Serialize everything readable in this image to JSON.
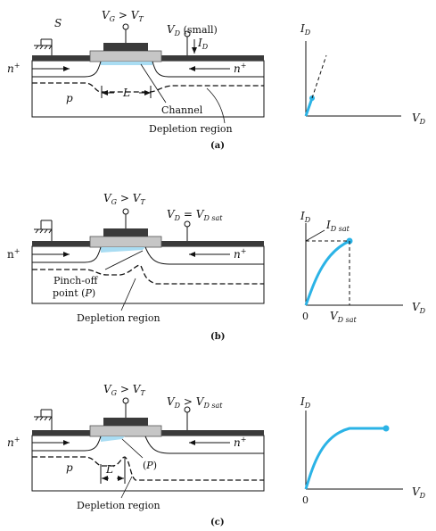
{
  "panels": {
    "a": {
      "source_label": "S",
      "gate_cond_v": "V",
      "gate_cond_sub": "G",
      "gate_cond_rel": " > ",
      "gate_cond_v2": "V",
      "gate_cond_sub2": "T",
      "drain_v": "V",
      "drain_sub": "D",
      "drain_note": " (small)",
      "current_i": "I",
      "current_sub": "D",
      "n_left": "n",
      "n_right": "n",
      "plus": "+",
      "substrate": "p",
      "length": "L",
      "channel_label": "Channel",
      "depletion_label": "Depletion region",
      "caption": "(a)",
      "graph_y": "I",
      "graph_y_sub": "D",
      "graph_x": "V",
      "graph_x_sub": "D"
    },
    "b": {
      "gate_cond_v": "V",
      "gate_cond_sub": "G",
      "gate_cond_rel": " > ",
      "gate_cond_v2": "V",
      "gate_cond_sub2": "T",
      "drain_v": "V",
      "drain_sub": "D",
      "drain_eq": " = ",
      "drain_v2": "V",
      "drain_sub2": "D sat",
      "n_left": "n",
      "n_right": "n",
      "plus": "+",
      "pinch_line1": "Pinch-off",
      "pinch_line2": "point (",
      "pinch_p": "P",
      "pinch_close": ")",
      "depletion_label": "Depletion region",
      "caption": "(b)",
      "graph_y": "I",
      "graph_y_sub": "D",
      "graph_x": "V",
      "graph_x_sub": "D",
      "graph_isat": "I",
      "graph_isat_sub": "D sat",
      "graph_origin": "0",
      "graph_vsat": "V",
      "graph_vsat_sub": "D sat"
    },
    "c": {
      "gate_cond_v": "V",
      "gate_cond_sub": "G",
      "gate_cond_rel": " > ",
      "gate_cond_v2": "V",
      "gate_cond_sub2": "T",
      "drain_v": "V",
      "drain_sub": "D",
      "drain_rel": " > ",
      "drain_v2": "V",
      "drain_sub2": "D sat",
      "n_left": "n",
      "n_right": "n",
      "plus": "+",
      "substrate": "p",
      "length": "L′",
      "p_label_open": "(",
      "p_label": "P",
      "p_label_close": ")",
      "depletion_label": "Depletion region",
      "caption": "(c)",
      "graph_y": "I",
      "graph_y_sub": "D",
      "graph_x": "V",
      "graph_x_sub": "D",
      "graph_origin": "0"
    }
  },
  "colors": {
    "accent": "#2bb3e6",
    "channel": "#a9dcf2",
    "gate_metal": "#3a3a3a",
    "oxide": "#c6c6c6",
    "ink": "#111111"
  }
}
